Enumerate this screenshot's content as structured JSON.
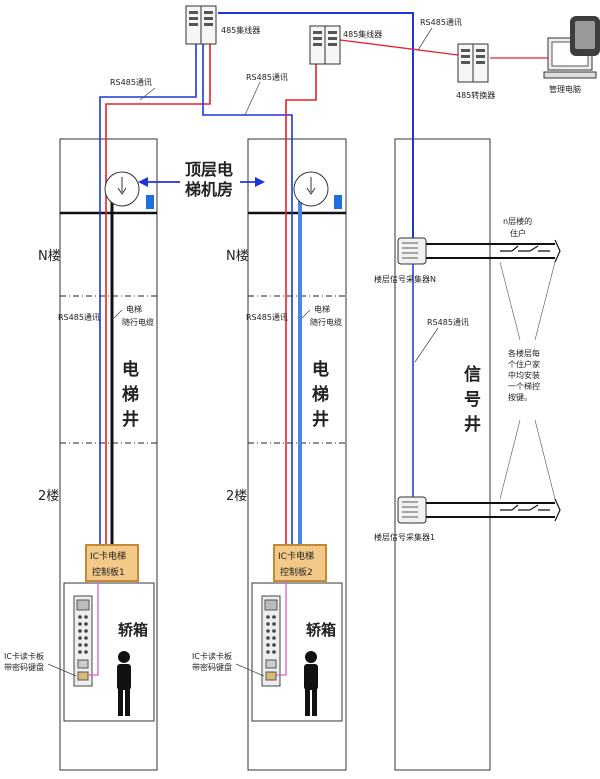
{
  "labels": {
    "concentrator_1": "485集线器",
    "concentrator_2": "485集线器",
    "converter": "485转换器",
    "mgmt_pc": "管理电脑",
    "rs485_top_left": "RS485通讯",
    "rs485_top_mid": "RS485通讯",
    "rs485_top_right": "RS485通讯",
    "machine_room_line1": "顶层电",
    "machine_room_line2": "梯机房",
    "floor_n_1": "N楼",
    "floor_n_2": "N楼",
    "floor_2_1": "2楼",
    "floor_2_2": "2楼",
    "rs485_shaft_1": "RS485通讯",
    "rs485_shaft_2": "RS485通讯",
    "cable_1_line1": "电梯",
    "cable_1_line2": "随行电缆",
    "cable_2_line1": "电梯",
    "cable_2_line2": "随行电缆",
    "shaft_1": [
      "电",
      "梯",
      "井"
    ],
    "shaft_2": [
      "电",
      "梯",
      "井"
    ],
    "signal_shaft": [
      "信",
      "号",
      "井"
    ],
    "ctrl_board_1_line1": "IC卡电梯",
    "ctrl_board_1_line2": "控制板1",
    "ctrl_board_2_line1": "IC卡电梯",
    "ctrl_board_2_line2": "控制板2",
    "car_1": "轿箱",
    "car_2": "轿箱",
    "reader_1_line1": "IC卡读卡板",
    "reader_1_line2": "带密码键盘",
    "reader_2_line1": "IC卡读卡板",
    "reader_2_line2": "带密码键盘",
    "collector_n": "楼层信号采集器N",
    "collector_1": "楼层信号采集器1",
    "rs485_signal": "RS485通讯",
    "resident_line1": "n层楼的",
    "resident_line2": "住户",
    "note_lines": [
      "各楼层每",
      "个住户家",
      "中均安装",
      "一个梯控",
      "按键。"
    ]
  },
  "colors": {
    "red_line": "#e8202a",
    "blue_line": "#1f35d8",
    "thick_blue": "#4a86e8",
    "board_fill": "#f3c98a",
    "board_border": "#c38a35",
    "pink_line": "#d760c9"
  }
}
